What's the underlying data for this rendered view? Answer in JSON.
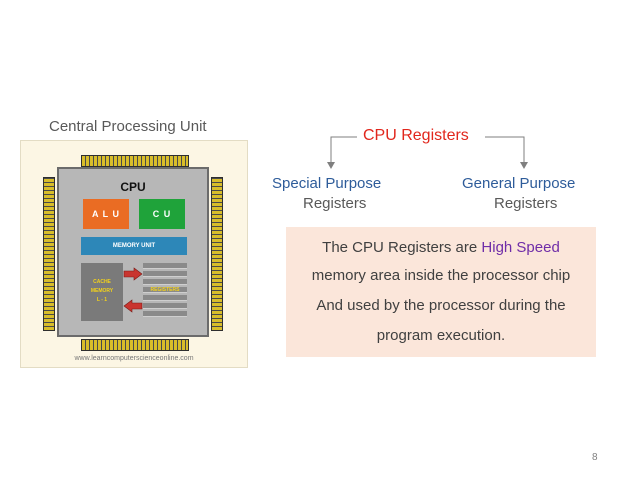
{
  "figure": {
    "title": "Central Processing Unit",
    "chip_label": "CPU",
    "alu_label": "A L U",
    "cu_label": "C U",
    "memory_unit_label": "MEMORY UNIT",
    "cache_line_1": "CACHE",
    "cache_line_2": "MEMORY",
    "cache_line_3": "L - 1",
    "registers_label": "REGISTERS",
    "watermark": "www.learncomputerscienceonline.com",
    "colors": {
      "board": "#fcf6e4",
      "chip": "#b7b7b7",
      "alu": "#ea6c23",
      "cu": "#1fa33a",
      "memory_unit": "#2d87b8",
      "cache": "#7a7a7a",
      "arrows": "#c9352f"
    }
  },
  "diagram": {
    "title": "CPU  Registers",
    "branches": [
      {
        "label": "Special Purpose",
        "sublabel": "Registers"
      },
      {
        "label": "General Purpose",
        "sublabel": "Registers"
      }
    ],
    "colors": {
      "title": "#e1261c",
      "branch": "#2e5c9a",
      "connector": "#7f7f7f"
    }
  },
  "description": {
    "line1_prefix": "The CPU Registers are ",
    "line1_highlight": "High Speed",
    "line2": "memory area inside the processor chip",
    "line3": "And used by the processor during the",
    "line4": "program execution.",
    "colors": {
      "box": "#fbe6da",
      "highlight": "#6f2da8"
    }
  },
  "page_number": "8"
}
